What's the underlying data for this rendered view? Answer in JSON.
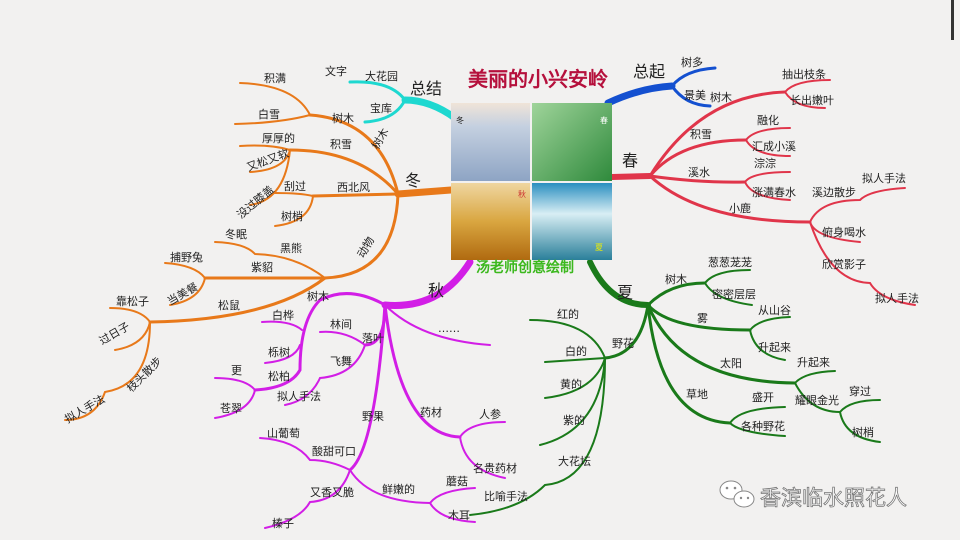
{
  "title": "美丽的小兴安岭",
  "caption": "汤老师创意绘制",
  "watermark": "香滨临水照花人",
  "images": {
    "winter": "冬",
    "spring": "春",
    "autumn": "秋",
    "summer": "夏"
  },
  "colors": {
    "title": "#b5103c",
    "summary": "#1ed8d0",
    "intro": "#1450d0",
    "spring": "#e0354a",
    "summer": "#1a7a1a",
    "autumn": "#d21ee6",
    "winter": "#e8791a",
    "caption": "#3cb81e"
  },
  "intro": {
    "label": "总起",
    "many_trees": "树多",
    "beautiful": "景美"
  },
  "summary": {
    "label": "总结",
    "garden": "大花园",
    "treasure": "宝库",
    "text": "文字",
    "trees": "树木"
  },
  "spring": {
    "label": "春",
    "trees": "树木",
    "branches": "抽出枝条",
    "leaves": "长出嫩叶",
    "snow": "积雪",
    "melt": "融化",
    "stream_form": "汇成小溪",
    "creek": "溪水",
    "gurgle": "淙淙",
    "full": "涨满春水",
    "deer": "小鹿",
    "walk": "溪边散步",
    "pers1": "拟人手法",
    "drink": "俯身喝水",
    "admire": "欣赏影子",
    "pers2": "拟人手法"
  },
  "summer": {
    "label": "夏",
    "trees": "树木",
    "lush": "葱葱茏茏",
    "dense": "密密层层",
    "fog": "雾",
    "valley": "从山谷",
    "rise1": "升起来",
    "sun": "太阳",
    "rise2": "升起来",
    "golden": "耀眼金光",
    "through": "穿过",
    "treetops": "树梢",
    "grass": "草地",
    "bloom": "盛开",
    "flowers_all": "各种野花",
    "flowers": "野花",
    "red": "红的",
    "white": "白的",
    "yellow": "黄的",
    "purple": "紫的",
    "bed": "大花坛",
    "metaphor": "比喻手法"
  },
  "autumn": {
    "label": "秋",
    "trees": "树木",
    "birch": "白桦",
    "oak": "栎树",
    "pine": "松柏",
    "more": "更",
    "green": "苍翠",
    "leaves": "落叶",
    "forest": "林间",
    "dance": "飞舞",
    "pers": "拟人手法",
    "etc": "……",
    "fruit": "野果",
    "sweet": "酸甜可口",
    "grape": "山葡萄",
    "crisp": "又香又脆",
    "hazel": "榛子",
    "fresh": "鲜嫩的",
    "mushroom": "蘑菇",
    "fungus": "木耳",
    "herbs": "药材",
    "ginseng": "人参",
    "precious": "名贵药材"
  },
  "winter": {
    "label": "冬",
    "trees": "树木",
    "cover": "积满",
    "white_snow": "白雪",
    "snow": "积雪",
    "thick": "厚厚的",
    "soft": "又松又软",
    "knee": "没过膝盖",
    "wind": "西北风",
    "blow": "刮过",
    "treetops": "树梢",
    "animals": "动物",
    "bear": "黑熊",
    "hibernate": "冬眠",
    "sable": "紫貂",
    "hunt": "捕野兔",
    "meal": "当美餐",
    "squirrel": "松鼠",
    "pine_nuts": "靠松子",
    "live": "过日子",
    "stroll": "枝头散步",
    "pers": "拟人手法"
  }
}
